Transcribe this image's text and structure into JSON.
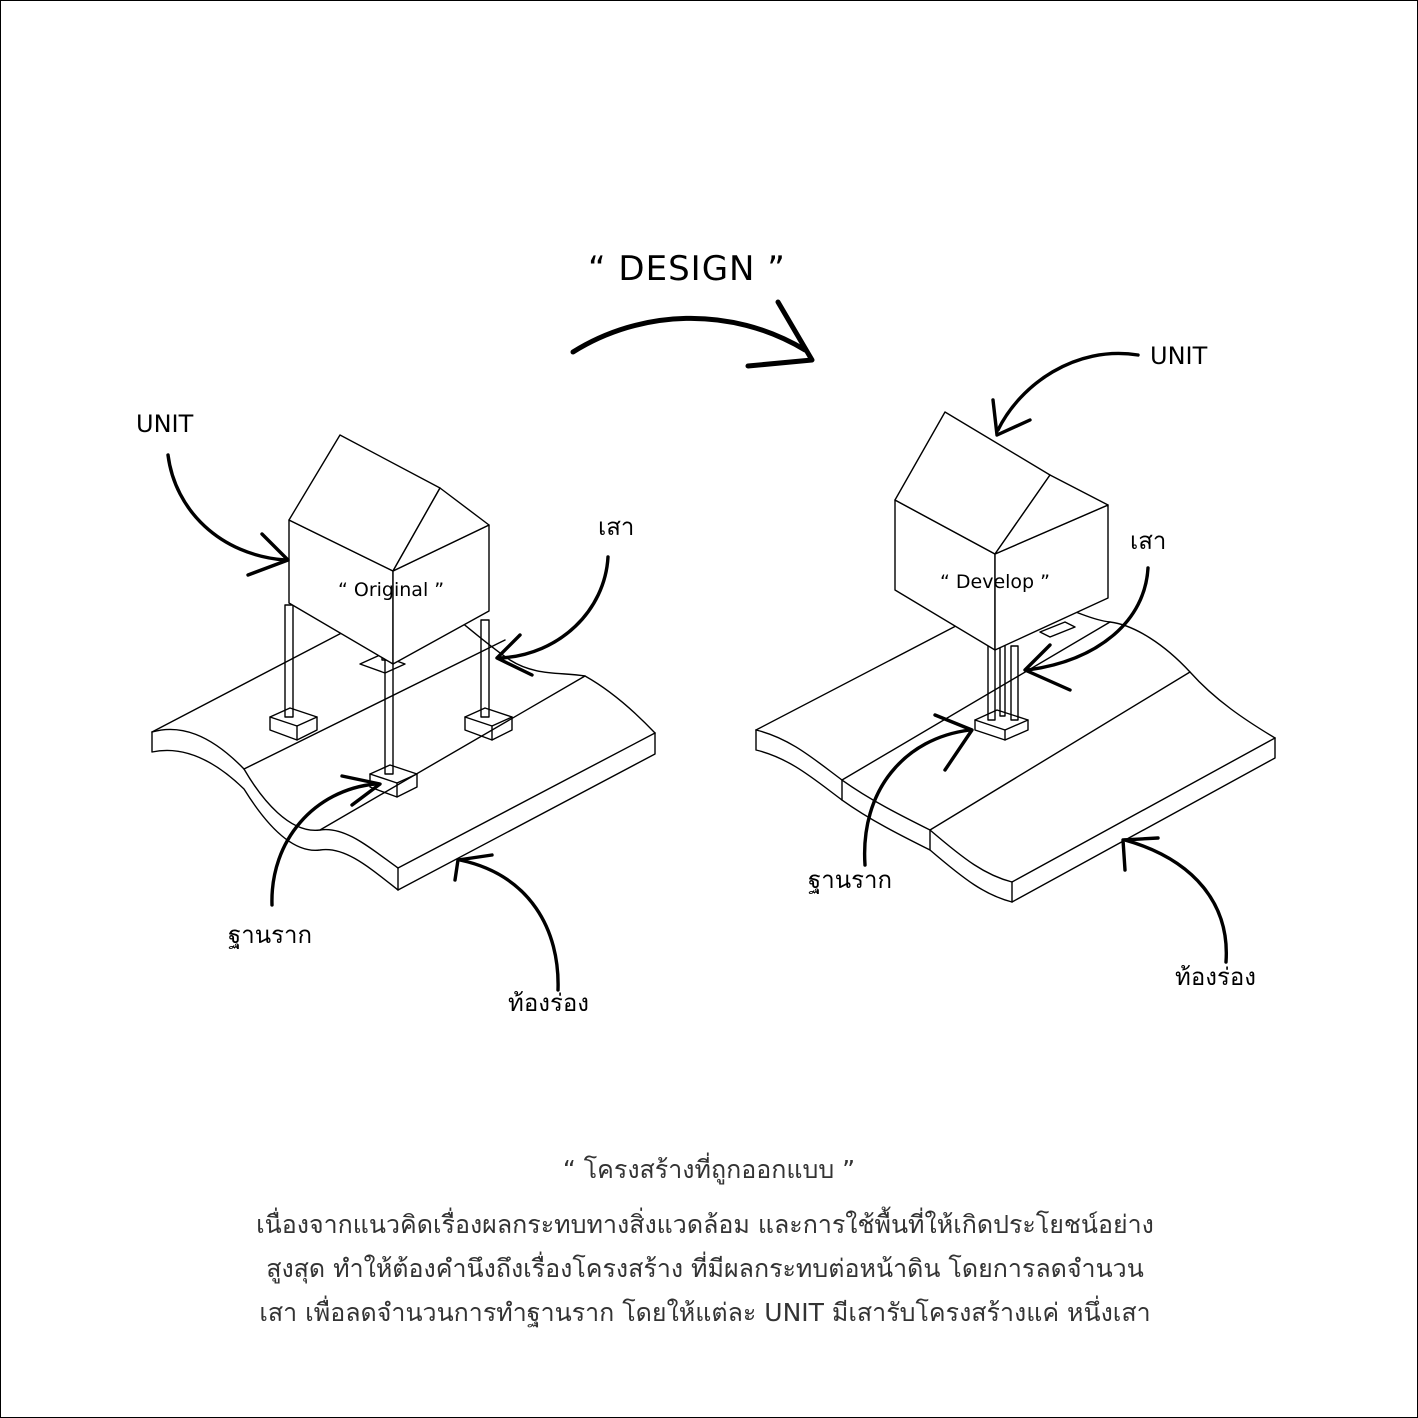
{
  "design_label": "“  DESIGN  ”",
  "left": {
    "unit": "UNIT",
    "pillar": "เสา",
    "name": "“  Original  ”",
    "foundation": "ฐานราก",
    "trench": "ท้องร่อง"
  },
  "right": {
    "unit": "UNIT",
    "pillar": "เสา",
    "name": "“  Develop  ”",
    "foundation": "ฐานราก",
    "trench": "ท้องร่อง"
  },
  "caption": {
    "title": "“ โครงสร้างที่ถูกออกแบบ ”",
    "lines": [
      "เนื่องจากแนวคิดเรื่องผลกระทบทางสิ่งแวดล้อม และการใช้พื้นที่ให้เกิดประโยชน์อย่าง",
      "สูงสุด ทำให้ต้องคำนึงถึงเรื่องโครงสร้าง ที่มีผลกระทบต่อหน้าดิน โดยการลดจำนวน",
      "เสา เพื่อลดจำนวนการทำฐานราก โดยให้แต่ละ UNIT มีเสารับโครงสร้างแค่ หนึ่งเสา"
    ]
  }
}
